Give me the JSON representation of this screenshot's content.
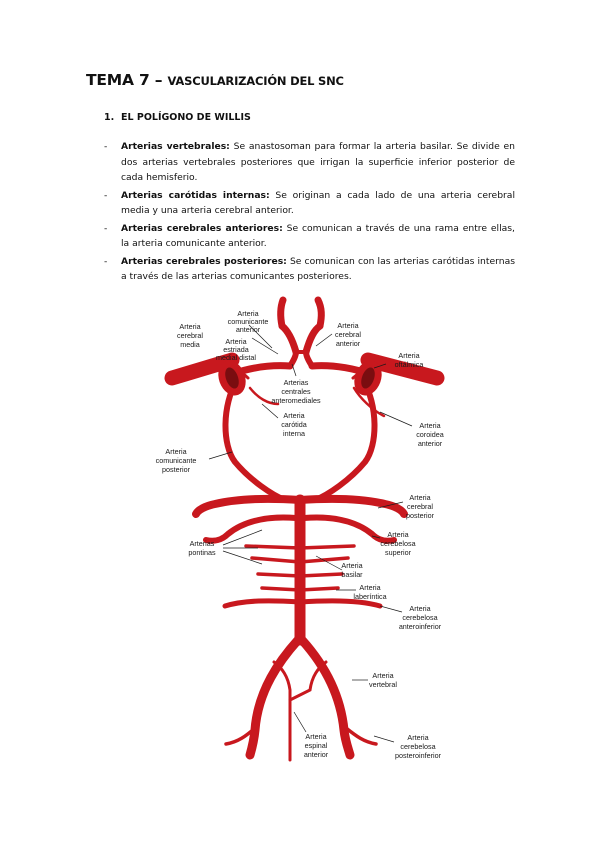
{
  "title": {
    "main": "TEMA 7 – ",
    "sub": "VASCULARIZACIÓN DEL SNC"
  },
  "section": {
    "number": "1.",
    "label": "EL POLÍGONO DE WILLIS"
  },
  "bullets": [
    {
      "term": "Arterias vertebrales:",
      "text": " Se anastosoman para formar la arteria basilar. Se divide en dos arterias vertebrales posteriores que irrigan la superficie inferior posterior de cada hemisferio."
    },
    {
      "term": "Arterias carótidas internas:",
      "text": " Se originan a cada lado de una arteria cerebral media y una arteria cerebral anterior."
    },
    {
      "term": "Arterias cerebrales anteriores:",
      "text": " Se comunican a través de una rama entre ellas, la arteria comunicante anterior."
    },
    {
      "term": "Arterias cerebrales posteriores:",
      "text": " Se comunican con las arterias carótidas internas a través de las arterias comunicantes posteriores."
    }
  ],
  "diagram": {
    "arteria_cerebral_media": [
      "Arteria",
      "cerebral",
      "media"
    ],
    "arteria_comunicante_anterior": [
      "Arteria",
      "comunicante",
      "anterior"
    ],
    "arteria_cerebral_anterior": [
      "Arteria",
      "cerebral",
      "anterior"
    ],
    "arteria_estriada_medial_distal": [
      "Arteria",
      "estriada",
      "medial distal"
    ],
    "arteria_oftalmica": [
      "Arteria",
      "oftálmica"
    ],
    "arterias_centrales_anteromediales": [
      "Arterias",
      "centrales",
      "anteromediales"
    ],
    "arteria_carotida_interna": [
      "Arteria",
      "carótida",
      "interna"
    ],
    "arteria_coroidea_anterior": [
      "Arteria",
      "coroidea",
      "anterior"
    ],
    "arteria_comunicante_posterior": [
      "Arteria",
      "comunicante",
      "posterior"
    ],
    "arteria_cerebral_posterior": [
      "Arteria",
      "cerebral",
      "posterior"
    ],
    "arterias_pontinas": [
      "Arterias",
      "pontinas"
    ],
    "arteria_cerebelosa_superior": [
      "Arteria",
      "cerebelosa",
      "superior"
    ],
    "arteria_basilar": [
      "Arteria",
      "basilar"
    ],
    "arteria_laberintica": [
      "Arteria",
      "laberíntica"
    ],
    "arteria_cerebelosa_anteroinferior": [
      "Arteria",
      "cerebelosa",
      "anteroinferior"
    ],
    "arteria_vertebral": [
      "Arteria",
      "vertebral"
    ],
    "arteria_espinal_anterior": [
      "Arteria",
      "espinal",
      "anterior"
    ],
    "arteria_cerebelosa_posteroinferior": [
      "Arteria",
      "cerebelosa",
      "posteroinferior"
    ]
  },
  "colors": {
    "artery": "#c8181e",
    "text": "#111111"
  }
}
